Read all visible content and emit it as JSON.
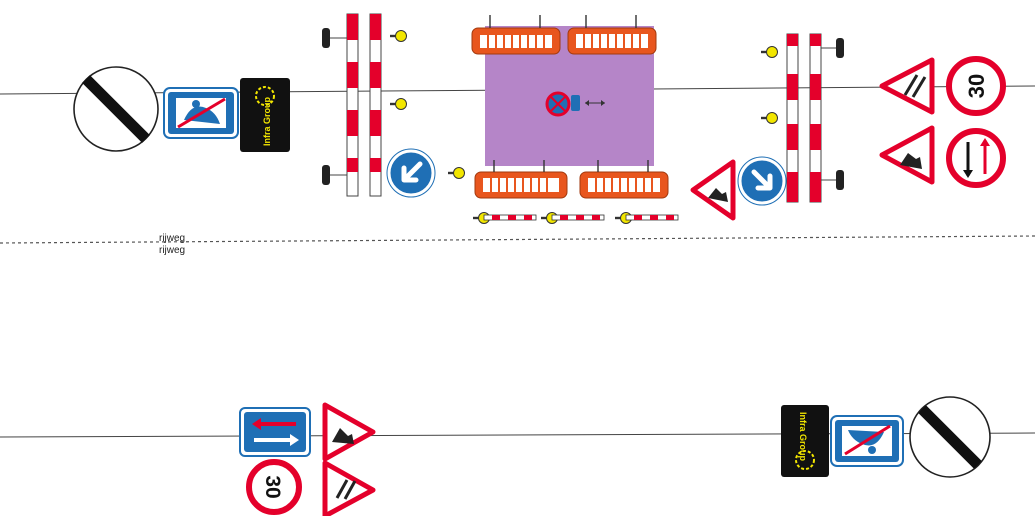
{
  "road": {
    "lane_label_1": "rijweg",
    "lane_label_2": "rijweg"
  },
  "signs": {
    "speed_limit_top": "30",
    "speed_limit_bottom": "30"
  },
  "logos": {
    "company_text": "Infra Group"
  },
  "colors": {
    "sign_red": "#e4002b",
    "sign_blue": "#1f6fb5",
    "work_zone_purple": "#b585c8",
    "barrier_orange": "#e8561e",
    "lamp_yellow": "#f2e600",
    "logo_black": "#111111"
  }
}
